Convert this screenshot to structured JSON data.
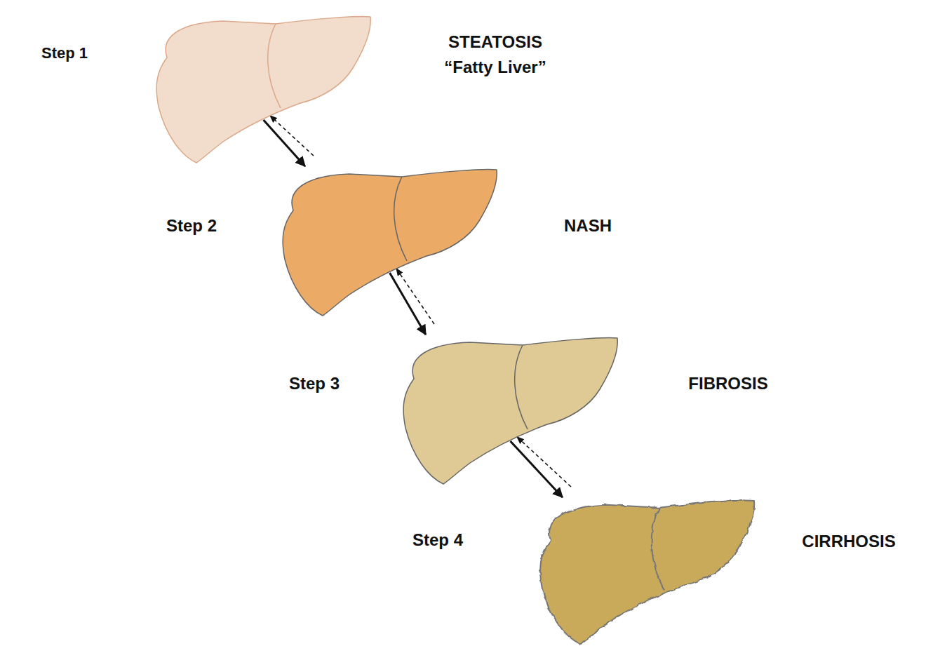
{
  "diagram": {
    "nodes": [
      {
        "text": [
          "Step 1",
          "STEATOSIS",
          "“Fatty Liver”"
        ]
      },
      {
        "text": [
          "Step 2",
          "NASH"
        ]
      },
      {
        "text": [
          "Step 3",
          "FIBROSIS"
        ]
      },
      {
        "text": [
          "Step 4",
          "CIRRHOSIS"
        ]
      }
    ],
    "edges": [
      {
        "from": 0,
        "to": 1,
        "arrow": "to"
      },
      {
        "from": 1,
        "to": 0,
        "arrow": "to"
      },
      {
        "from": 1,
        "to": 2,
        "arrow": "to"
      },
      {
        "from": 2,
        "to": 1,
        "arrow": "to"
      },
      {
        "from": 2,
        "to": 3,
        "arrow": "to"
      },
      {
        "from": 3,
        "to": 2,
        "arrow": "to"
      }
    ]
  }
}
